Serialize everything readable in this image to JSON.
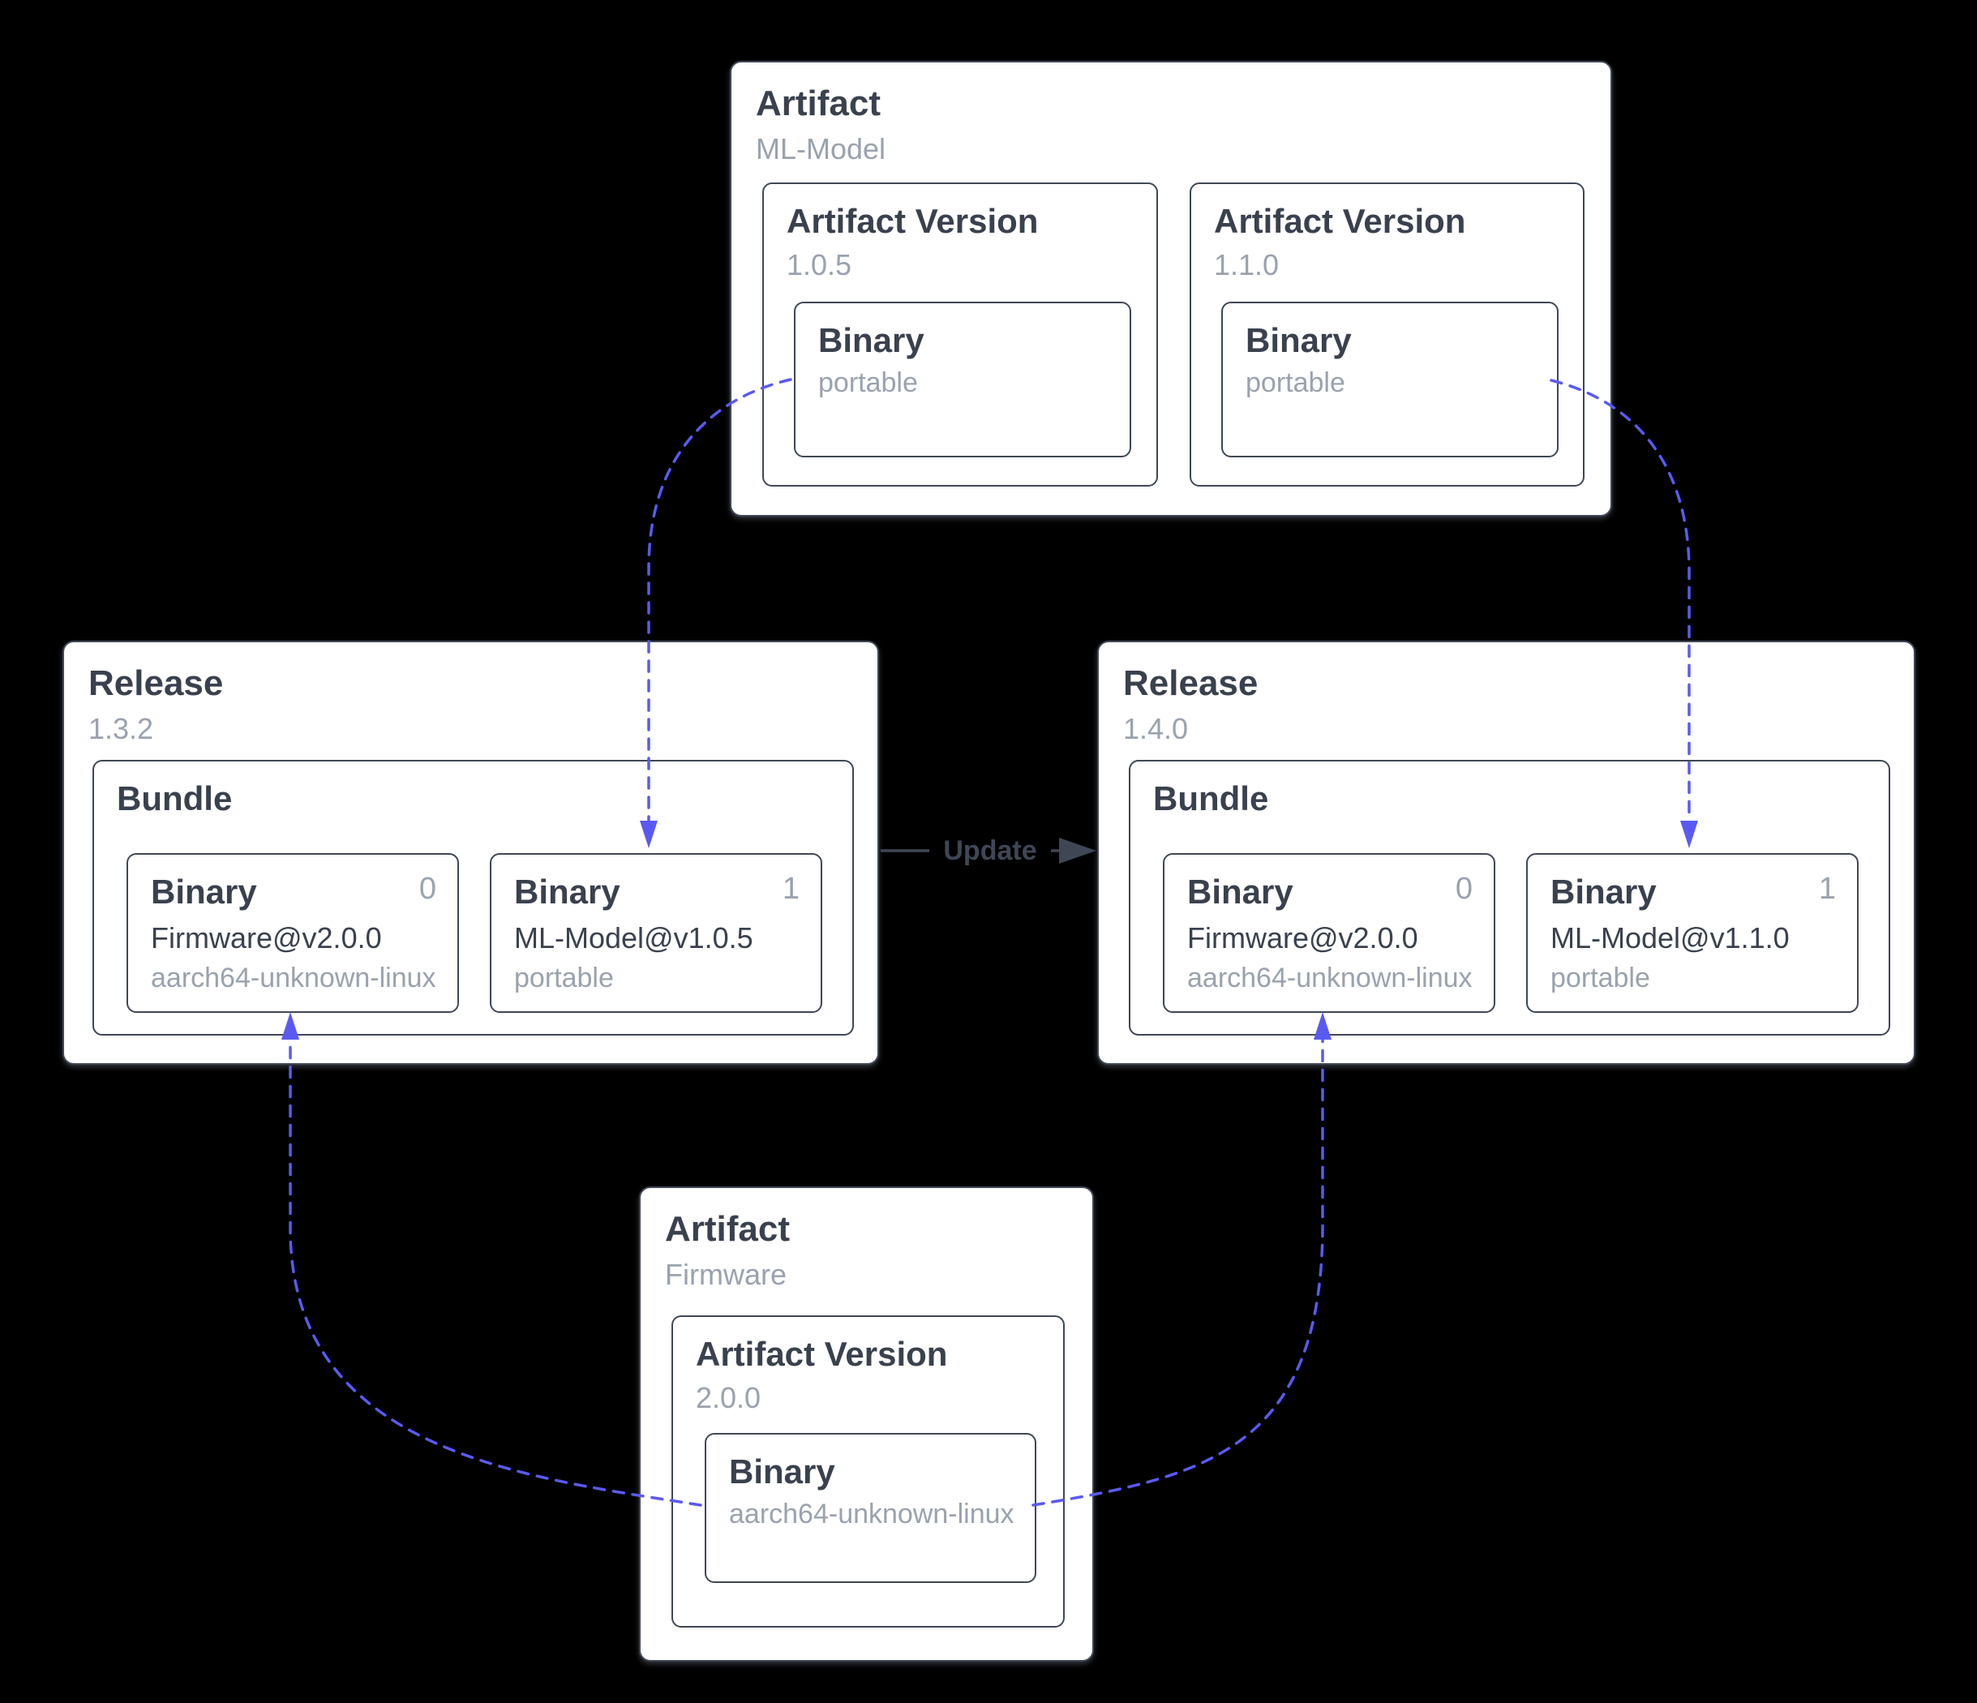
{
  "diagram": {
    "colors": {
      "background": "#000000",
      "node_fill": "#ffffff",
      "border": "#3f4755",
      "title_text": "#3a414e",
      "muted_text": "#9aa2ae",
      "arrow_dashed": "#5a5af2",
      "arrow_solid": "#3f4755"
    },
    "artifact_ml": {
      "type_label": "Artifact",
      "name": "ML-Model",
      "versions": [
        {
          "type_label": "Artifact Version",
          "version": "1.0.5",
          "binary": {
            "type_label": "Binary",
            "platform": "portable"
          }
        },
        {
          "type_label": "Artifact Version",
          "version": "1.1.0",
          "binary": {
            "type_label": "Binary",
            "platform": "portable"
          }
        }
      ]
    },
    "release_left": {
      "type_label": "Release",
      "version": "1.3.2",
      "bundle": {
        "type_label": "Bundle",
        "binaries": [
          {
            "type_label": "Binary",
            "index": "0",
            "ref": "Firmware@v2.0.0",
            "platform": "aarch64-unknown-linux"
          },
          {
            "type_label": "Binary",
            "index": "1",
            "ref": "ML-Model@v1.0.5",
            "platform": "portable"
          }
        ]
      }
    },
    "release_right": {
      "type_label": "Release",
      "version": "1.4.0",
      "bundle": {
        "type_label": "Bundle",
        "binaries": [
          {
            "type_label": "Binary",
            "index": "0",
            "ref": "Firmware@v2.0.0",
            "platform": "aarch64-unknown-linux"
          },
          {
            "type_label": "Binary",
            "index": "1",
            "ref": "ML-Model@v1.1.0",
            "platform": "portable"
          }
        ]
      }
    },
    "artifact_firmware": {
      "type_label": "Artifact",
      "name": "Firmware",
      "versions": [
        {
          "type_label": "Artifact Version",
          "version": "2.0.0",
          "binary": {
            "type_label": "Binary",
            "platform": "aarch64-unknown-linux"
          }
        }
      ]
    },
    "edge": {
      "label": "Update"
    }
  }
}
